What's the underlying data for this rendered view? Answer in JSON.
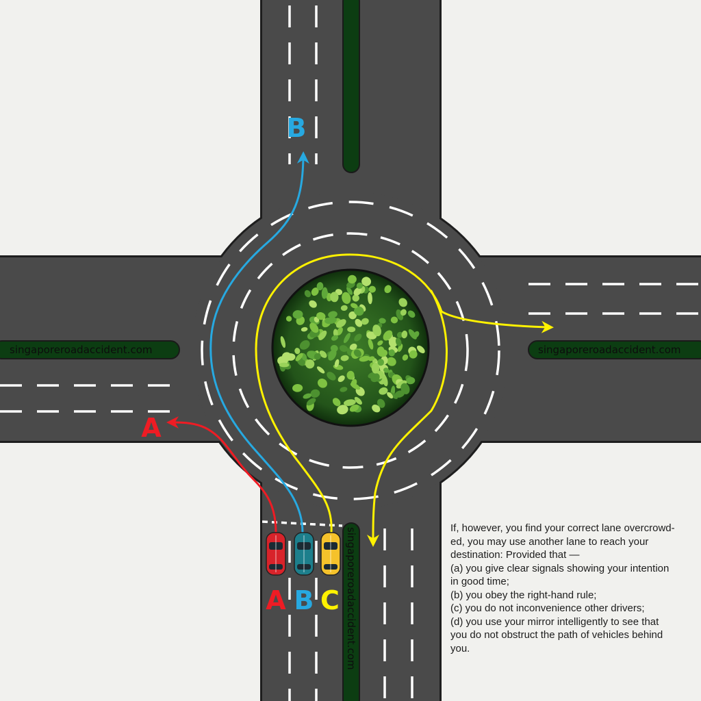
{
  "watermark": "singaporeroadaccident.com",
  "routes": [
    {
      "id": "A",
      "label": "A",
      "color": "#ee1c24"
    },
    {
      "id": "B",
      "label": "B",
      "color": "#27a9e1"
    },
    {
      "id": "C",
      "label": "C",
      "color": "#fff200"
    }
  ],
  "colors": {
    "background": "#f1f1ee",
    "road": "#4a4a4a",
    "road_edge": "#1e1e1e",
    "lane_marking": "#ffffff",
    "median": "#0c3d12",
    "island_foliage": "#5fa83a"
  },
  "note": {
    "lines": [
      "If, however, you find your correct lane overcrowd-",
      "ed, you may use another lane to reach your",
      "destination: Provided that —",
      "(a) you give clear signals showing your intention",
      "in good time;",
      "(b) you obey the right-hand rule;",
      "(c) you do not inconvenience other drivers;",
      "(d) you use your mirror intelligently to see that",
      "you do not obstruct the path of vehicles behind",
      "you."
    ]
  }
}
